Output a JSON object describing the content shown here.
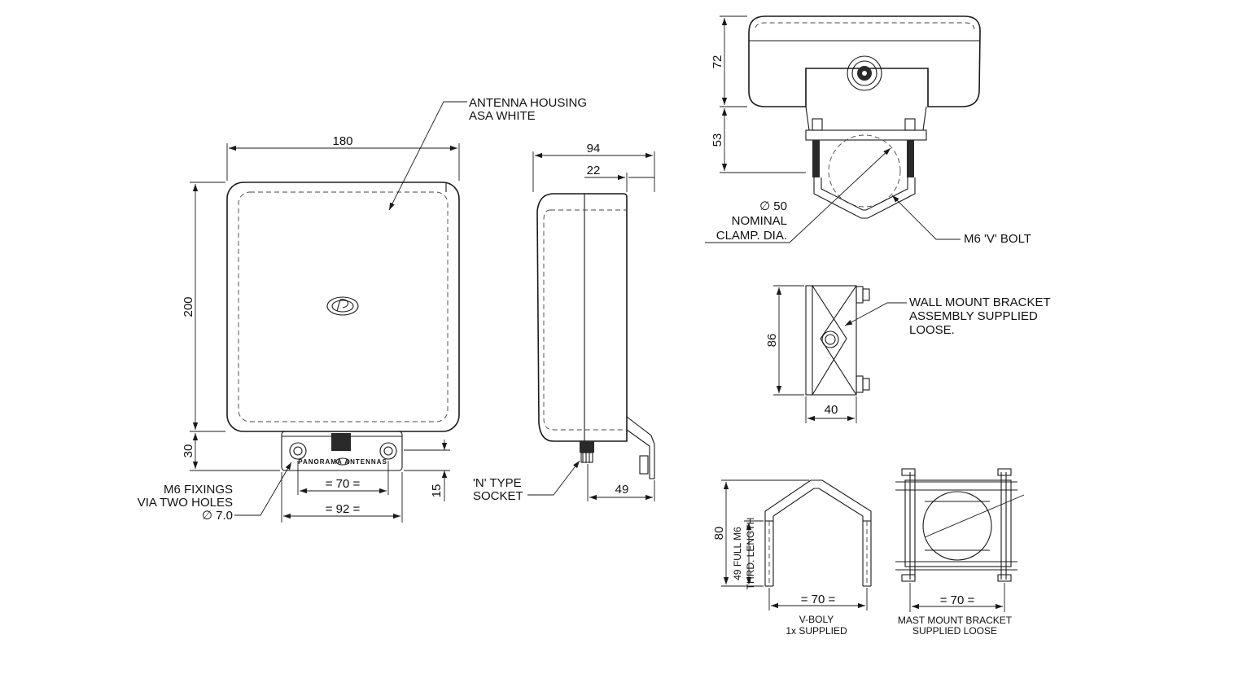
{
  "labels": {
    "housing_line1": "ANTENNA HOUSING",
    "housing_line2": "ASA WHITE",
    "fixings_line1": "M6 FIXINGS",
    "fixings_line2": "VIA TWO HOLES",
    "fixings_hole": "∅ 7.0",
    "socket_line1": "'N' TYPE",
    "socket_line2": "SOCKET",
    "clamp_dia": "∅ 50",
    "clamp_line1": "NOMINAL",
    "clamp_line2": "CLAMP. DIA.",
    "vbolt": "M6 'V' BOLT",
    "wall_line1": "WALL MOUNT BRACKET",
    "wall_line2": "ASSEMBLY SUPPLIED",
    "wall_line3": "LOOSE.",
    "thread_line1": "49 FULL M6",
    "thread_line2": "THRD. LENGTH",
    "vboly_line1": "V-BOLY",
    "vboly_line2": "1x SUPPLIED",
    "mast_line1": "MAST MOUNT BRACKET",
    "mast_line2": "SUPPLIED LOOSE",
    "brand_text": "PANORAMA ANTENNAS"
  },
  "dimensions": {
    "front_width": "180",
    "front_height": "200",
    "bracket_height": "30",
    "bracket_lip": "15",
    "hole_spacing": "= 70 =",
    "bracket_width": "= 92 =",
    "side_depth": "94",
    "side_front": "22",
    "side_bracket": "49",
    "top_height": "72",
    "clamp_height": "53",
    "wall_height": "86",
    "wall_width": "40",
    "vbolt_height": "80",
    "vbolt_width": "= 70 =",
    "mast_width": "= 70 ="
  }
}
